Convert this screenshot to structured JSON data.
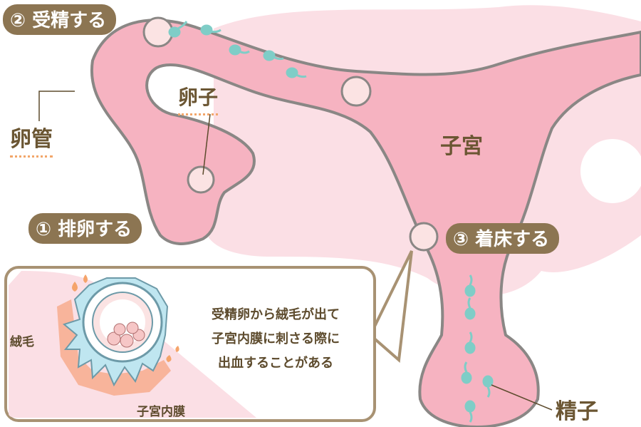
{
  "steps": {
    "fertilize": "② 受精する",
    "ovulate": "① 排卵する",
    "implant": "③ 着床する"
  },
  "labels": {
    "oviduct": "卵管",
    "egg": "卵子",
    "uterus": "子宮",
    "sperm": "精子"
  },
  "callout": {
    "note_line1": "受精卵から絨毛が出て",
    "note_line2": "子宮内膜に刺さる際に",
    "note_line3": "出血することがある",
    "villi": "絨毛",
    "endometrium": "子宮内膜"
  },
  "colors": {
    "uterus": "#f6b3c1",
    "background_tissue": "#fbdfe5",
    "outline": "#8a8785",
    "pill": "#8c7552",
    "sperm": "#7fcdc7"
  }
}
